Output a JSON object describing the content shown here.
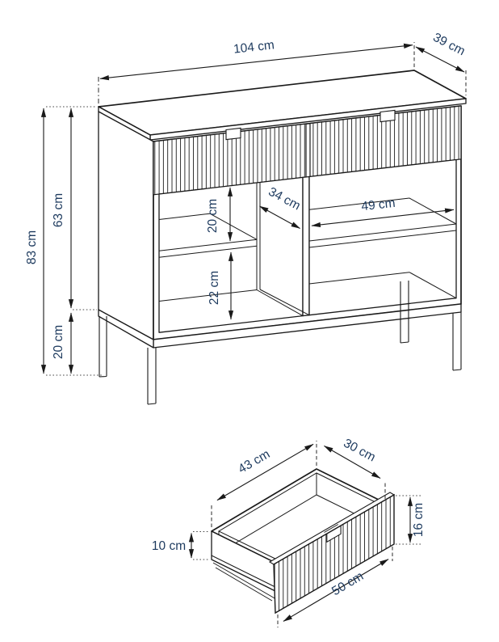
{
  "style": {
    "background": "#ffffff",
    "line_color": "#1a1a1a",
    "label_color": "#1d3a5e"
  },
  "cabinet": {
    "dim_width": "104 cm",
    "dim_depth": "39 cm",
    "dim_height_total": "83 cm",
    "dim_height_body": "63 cm",
    "dim_leg_height": "20 cm",
    "dim_gap_upper": "20 cm",
    "dim_gap_lower": "22 cm",
    "dim_inner_depth": "34 cm",
    "dim_shelf_width": "49 cm"
  },
  "drawer": {
    "dim_inner_width": "43 cm",
    "dim_inner_depth": "30 cm",
    "dim_front_height": "16 cm",
    "dim_inner_height": "10 cm",
    "dim_front_width": "50 cm"
  }
}
